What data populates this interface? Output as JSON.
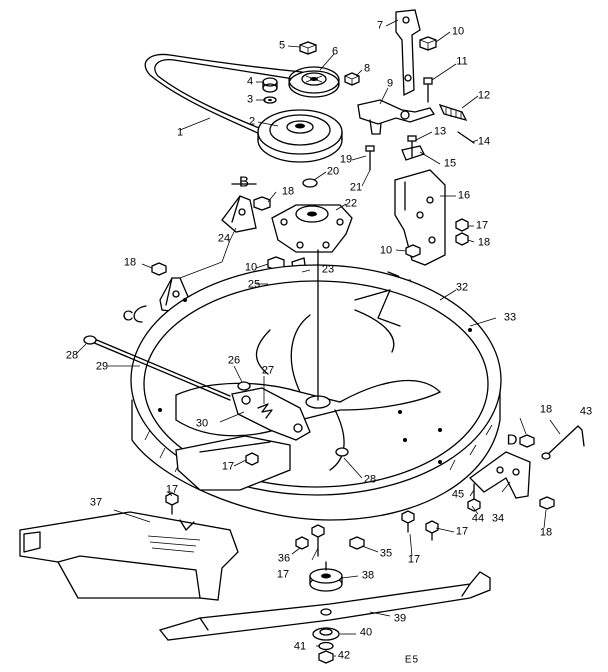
{
  "diagram": {
    "footer_code": "E5",
    "ref_letters": {
      "b": "B",
      "c": "C",
      "d": "D"
    },
    "part_numbers": {
      "p1": "1",
      "p2": "2",
      "p3": "3",
      "p4": "4",
      "p5": "5",
      "p6": "6",
      "p7": "7",
      "p8": "8",
      "p9": "9",
      "p10": "10",
      "p11": "11",
      "p12": "12",
      "p13": "13",
      "p14": "14",
      "p15": "15",
      "p16": "16",
      "p17": "17",
      "p18": "18",
      "p19": "19",
      "p20": "20",
      "p21": "21",
      "p22": "22",
      "p23": "23",
      "p24": "24",
      "p25": "25",
      "p26": "26",
      "p27": "27",
      "p28": "28",
      "p29": "29",
      "p30": "30",
      "p32": "32",
      "p33": "33",
      "p34": "34",
      "p35": "35",
      "p36": "36",
      "p37": "37",
      "p38": "38",
      "p39": "39",
      "p40": "40",
      "p41": "41",
      "p42": "42",
      "p43": "43",
      "p44": "44",
      "p45": "45"
    }
  }
}
